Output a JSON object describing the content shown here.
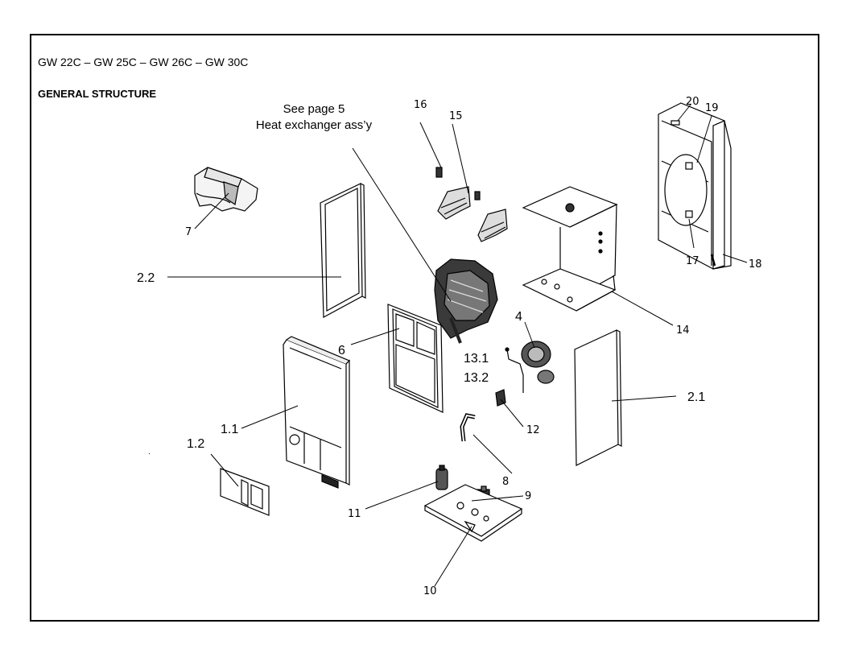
{
  "header": {
    "model_line": "GW 22C – GW 25C – GW 26C – GW 30C",
    "section_title": "GENERAL STRUCTURE"
  },
  "reference_note": {
    "line1": "See page 5",
    "line2": "Heat exchanger ass’y"
  },
  "part_labels": {
    "p1_1": "1.1",
    "p1_2": "1.2",
    "p2_1": "2.1",
    "p2_2": "2.2",
    "p4": "4",
    "p6": "6",
    "p7": "7",
    "p8": "8",
    "p9": "9",
    "p10": "10",
    "p11": "11",
    "p12": "12",
    "p13_1": "13.1",
    "p13_2": "13.2",
    "p14": "14",
    "p15": "15",
    "p16": "16",
    "p17": "17",
    "p18": "18",
    "p19": "19",
    "p20": "20"
  }
}
